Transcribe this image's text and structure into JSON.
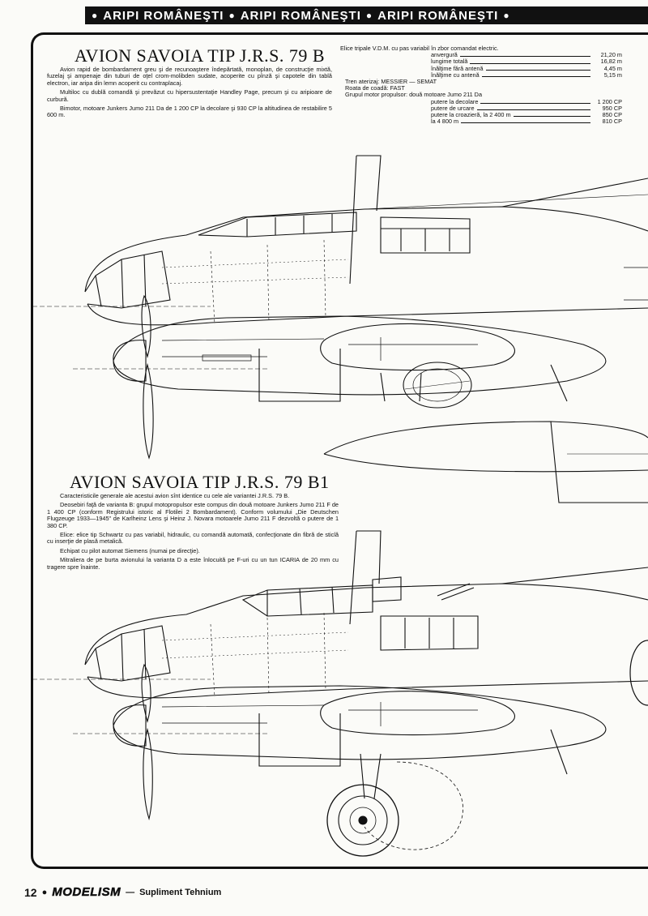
{
  "header": {
    "banner_items": [
      "ARIPI ROMÂNEŞTI",
      "ARIPI ROMÂNEŞTI",
      "ARIPI ROMÂNEŞTI"
    ]
  },
  "section_b": {
    "title": "AVION SAVOIA TIP J.R.S. 79 B",
    "paragraphs": [
      "Avion rapid de bombardament greu şi de recunoaştere îndepărtată, monoplan, de construcţie mixtă, fuzelaj şi ampenaje din tuburi de oţel crom-molibden sudate, acoperite cu pînză şi capotele din tablă electron, iar aripa din lemn acoperit cu contraplacaj.",
      "Multiloc cu dublă comandă şi prevăzut cu hipersustentaţie Handley Page, precum şi cu aripioare de curbură.",
      "Bimotor, motoare Junkers Jumo 211 Da de 1 200 CP la decolare şi 930 CP la altitudinea de restabilire 5 600 m."
    ]
  },
  "specs": {
    "intro": "Elice tripale V.D.M. cu pas variabil în zbor comandat electric.",
    "dims": [
      {
        "label": "anvergură",
        "value": "21,20 m"
      },
      {
        "label": "lungime totală",
        "value": "16,82 m"
      },
      {
        "label": "înălţime fără antenă",
        "value": "4,45 m"
      },
      {
        "label": "înălţime cu antenă",
        "value": "5,15 m"
      }
    ],
    "line1": "Tren aterizaj: MESSIER — SEMAT",
    "line2": "Roata de coadă: FAST",
    "line3": "Grupul motor propulsor: două motoare Jumo 211 Da",
    "power": [
      {
        "label": "putere la decolare",
        "value": "1 200 CP"
      },
      {
        "label": "putere de urcare",
        "value": "950 CP"
      },
      {
        "label": "putere la croazieră, la 2 400 m",
        "value": "850 CP"
      },
      {
        "label": "la 4 800 m",
        "value": "810 CP"
      }
    ]
  },
  "section_b1": {
    "title": "AVION SAVOIA TIP J.R.S. 79 B1",
    "paragraphs": [
      "Caracteristicile generale ale acestui avion sînt identice cu cele ale variantei J.R.S. 79 B.",
      "Deosebiri faţă de varianta B: grupul motopropulsor este compus din două motoare Junkers Jumo 211 F de 1 400 CP (conform Registrului istoric al Flotilei 2 Bombardament). Conform volumului „Die Deutschen Flugzeuge 1933—1945\" de Karlheinz Lens şi Heinz J. Novara motoarele Jumo 211 F dezvoltă o putere de 1 380 CP.",
      "Elice: elice tip Schwartz cu pas variabil, hidraulic, cu comandă automată, confecţionate din fibră de sticlă cu inserţie de plasă metalică.",
      "Echipat cu pilot automat Siemens (numai pe direcţie).",
      "Mitraliera de pe burta avionului la varianta D a este înlocuită pe F-uri cu un tun ICARIA de 20 mm cu tragere spre înainte."
    ]
  },
  "footer": {
    "page_number": "12",
    "magazine": "MODELISM",
    "dash": "—",
    "supplement": "Supliment Tehnium"
  }
}
